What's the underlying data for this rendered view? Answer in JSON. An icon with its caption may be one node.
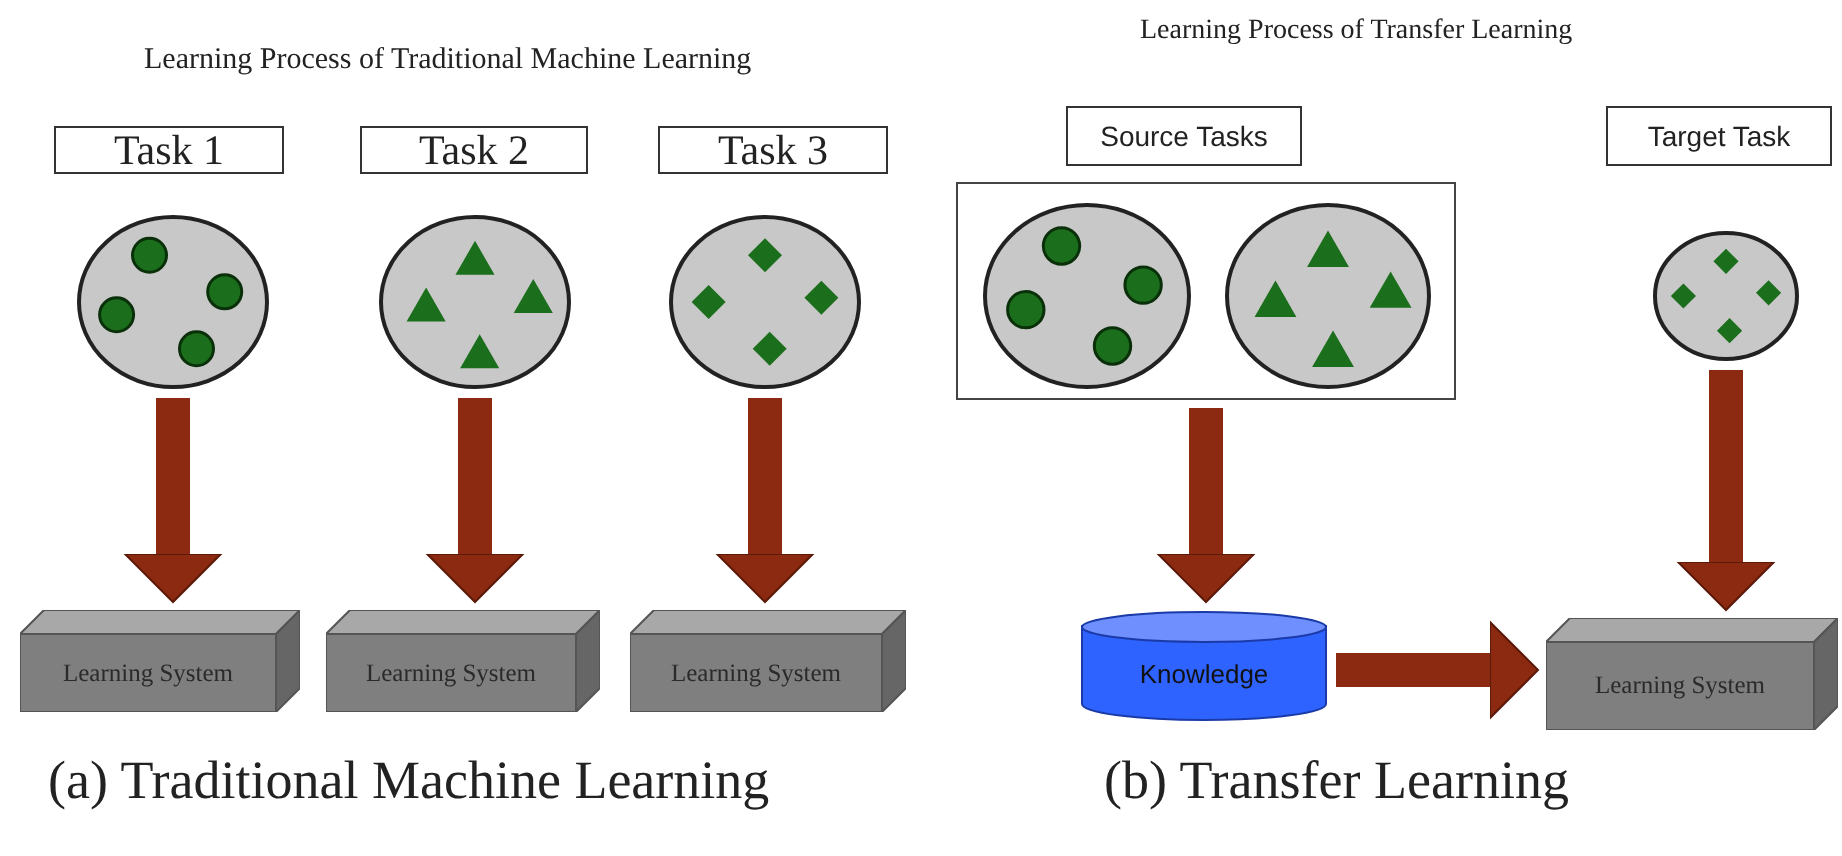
{
  "diagram": {
    "nodes": [
      {
        "text": [
          "Task 1"
        ]
      },
      {
        "text": [],
        "shape": "circle"
      },
      {
        "text": [
          "Learning System"
        ]
      },
      {
        "text": [
          "Task 2"
        ]
      },
      {
        "text": [],
        "shape": "circle"
      },
      {
        "text": [
          "Learning System"
        ]
      },
      {
        "text": [
          "Task 3"
        ]
      },
      {
        "text": [],
        "shape": "circle"
      },
      {
        "text": [
          "Learning System"
        ]
      },
      {
        "text": [
          "Source Tasks"
        ]
      },
      {
        "text": [],
        "shape": "box"
      },
      {
        "text": [],
        "shape": "circle",
        "in": 10
      },
      {
        "text": [],
        "shape": "circle",
        "in": 10
      },
      {
        "text": [
          "Target Task"
        ]
      },
      {
        "text": [],
        "shape": "circle"
      },
      {
        "text": [
          "Knowledge"
        ]
      },
      {
        "text": [
          "Learning System"
        ]
      }
    ],
    "edges": [
      {
        "from": 1,
        "to": 2,
        "arrow": "to"
      },
      {
        "from": 4,
        "to": 5,
        "arrow": "to"
      },
      {
        "from": 7,
        "to": 8,
        "arrow": "to"
      },
      {
        "from": 10,
        "to": 15,
        "arrow": "to"
      },
      {
        "from": 14,
        "to": 16,
        "arrow": "to"
      },
      {
        "from": 15,
        "to": 16,
        "arrow": "to"
      }
    ],
    "labels": [
      "Learning Process of Traditional Machine Learning",
      "Learning Process of Transfer Learning",
      "(a) Traditional Machine Learning",
      "(b) Transfer Learning"
    ]
  }
}
